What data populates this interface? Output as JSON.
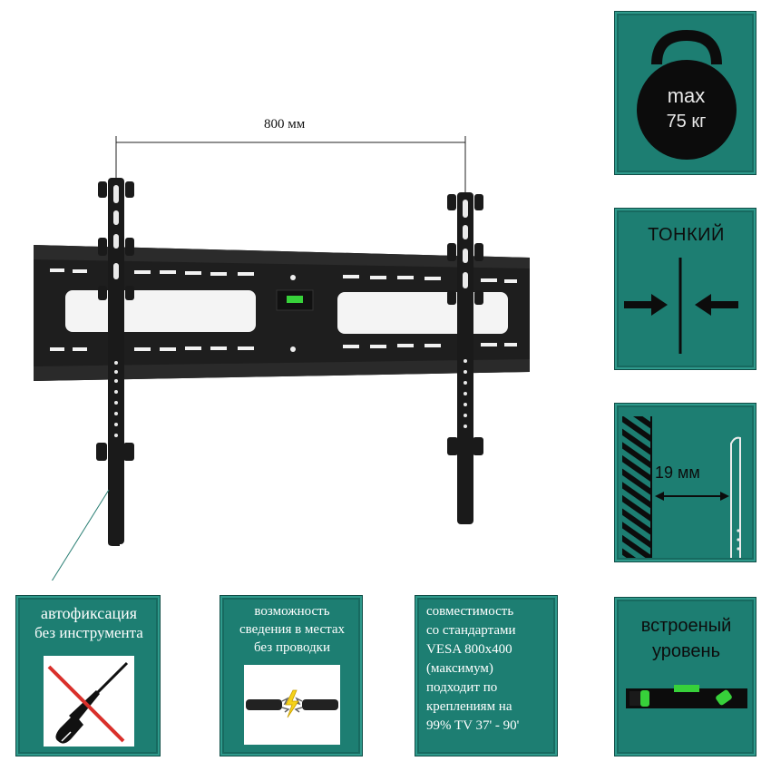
{
  "product": {
    "width_label": "800 мм"
  },
  "badges": {
    "weight": {
      "line1": "max",
      "line2": "75 кг"
    },
    "thin": {
      "label": "ТОНКИЙ"
    },
    "depth": {
      "label": "19 мм"
    },
    "level": {
      "line1": "встроеный",
      "line2": "уровень"
    }
  },
  "features": [
    {
      "lines": [
        "автофиксация",
        "без инструмента"
      ]
    },
    {
      "lines": [
        "возможность",
        "сведения в местах",
        "без проводки"
      ]
    },
    {
      "lines": [
        "совместимость",
        "со стандартами",
        "VESA 800x400",
        "(максимум)",
        "подходит по",
        "креплениям на",
        "99% TV 37' - 90'"
      ]
    }
  ],
  "colors": {
    "tile_bg": "#1d7e72",
    "bracket": "#222222",
    "level_green": "#37d13a",
    "cross_red": "#d9302b"
  }
}
